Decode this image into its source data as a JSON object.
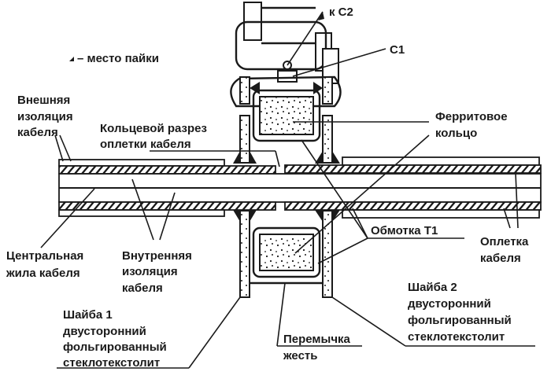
{
  "diagram": {
    "legend": {
      "marker_icon": "solder-triangle",
      "text": "– место пайки"
    },
    "labels": {
      "to_c2": "к С2",
      "c1": "С1",
      "outer_insulation": [
        "Внешняя",
        "изоляция",
        "кабеля"
      ],
      "ring_cut": [
        "Кольцевой разрез",
        "оплетки кабеля"
      ],
      "ferrite_ring": [
        "Ферритовое",
        "кольцо"
      ],
      "winding_t1": "Обмотка Т1",
      "braid": [
        "Оплетка",
        "кабеля"
      ],
      "center_conductor": [
        "Центральная",
        "жила кабеля"
      ],
      "inner_insulation": [
        "Внутренняя",
        "изоляция",
        "кабеля"
      ],
      "washer1": [
        "Шайба 1",
        "двусторонний",
        "фольгированный",
        "стеклотекстолит"
      ],
      "washer2": [
        "Шайба 2",
        "двусторонний",
        "фольгированный",
        "стеклотекстолит"
      ],
      "jumper": [
        "Перемычка",
        "жесть"
      ]
    }
  }
}
